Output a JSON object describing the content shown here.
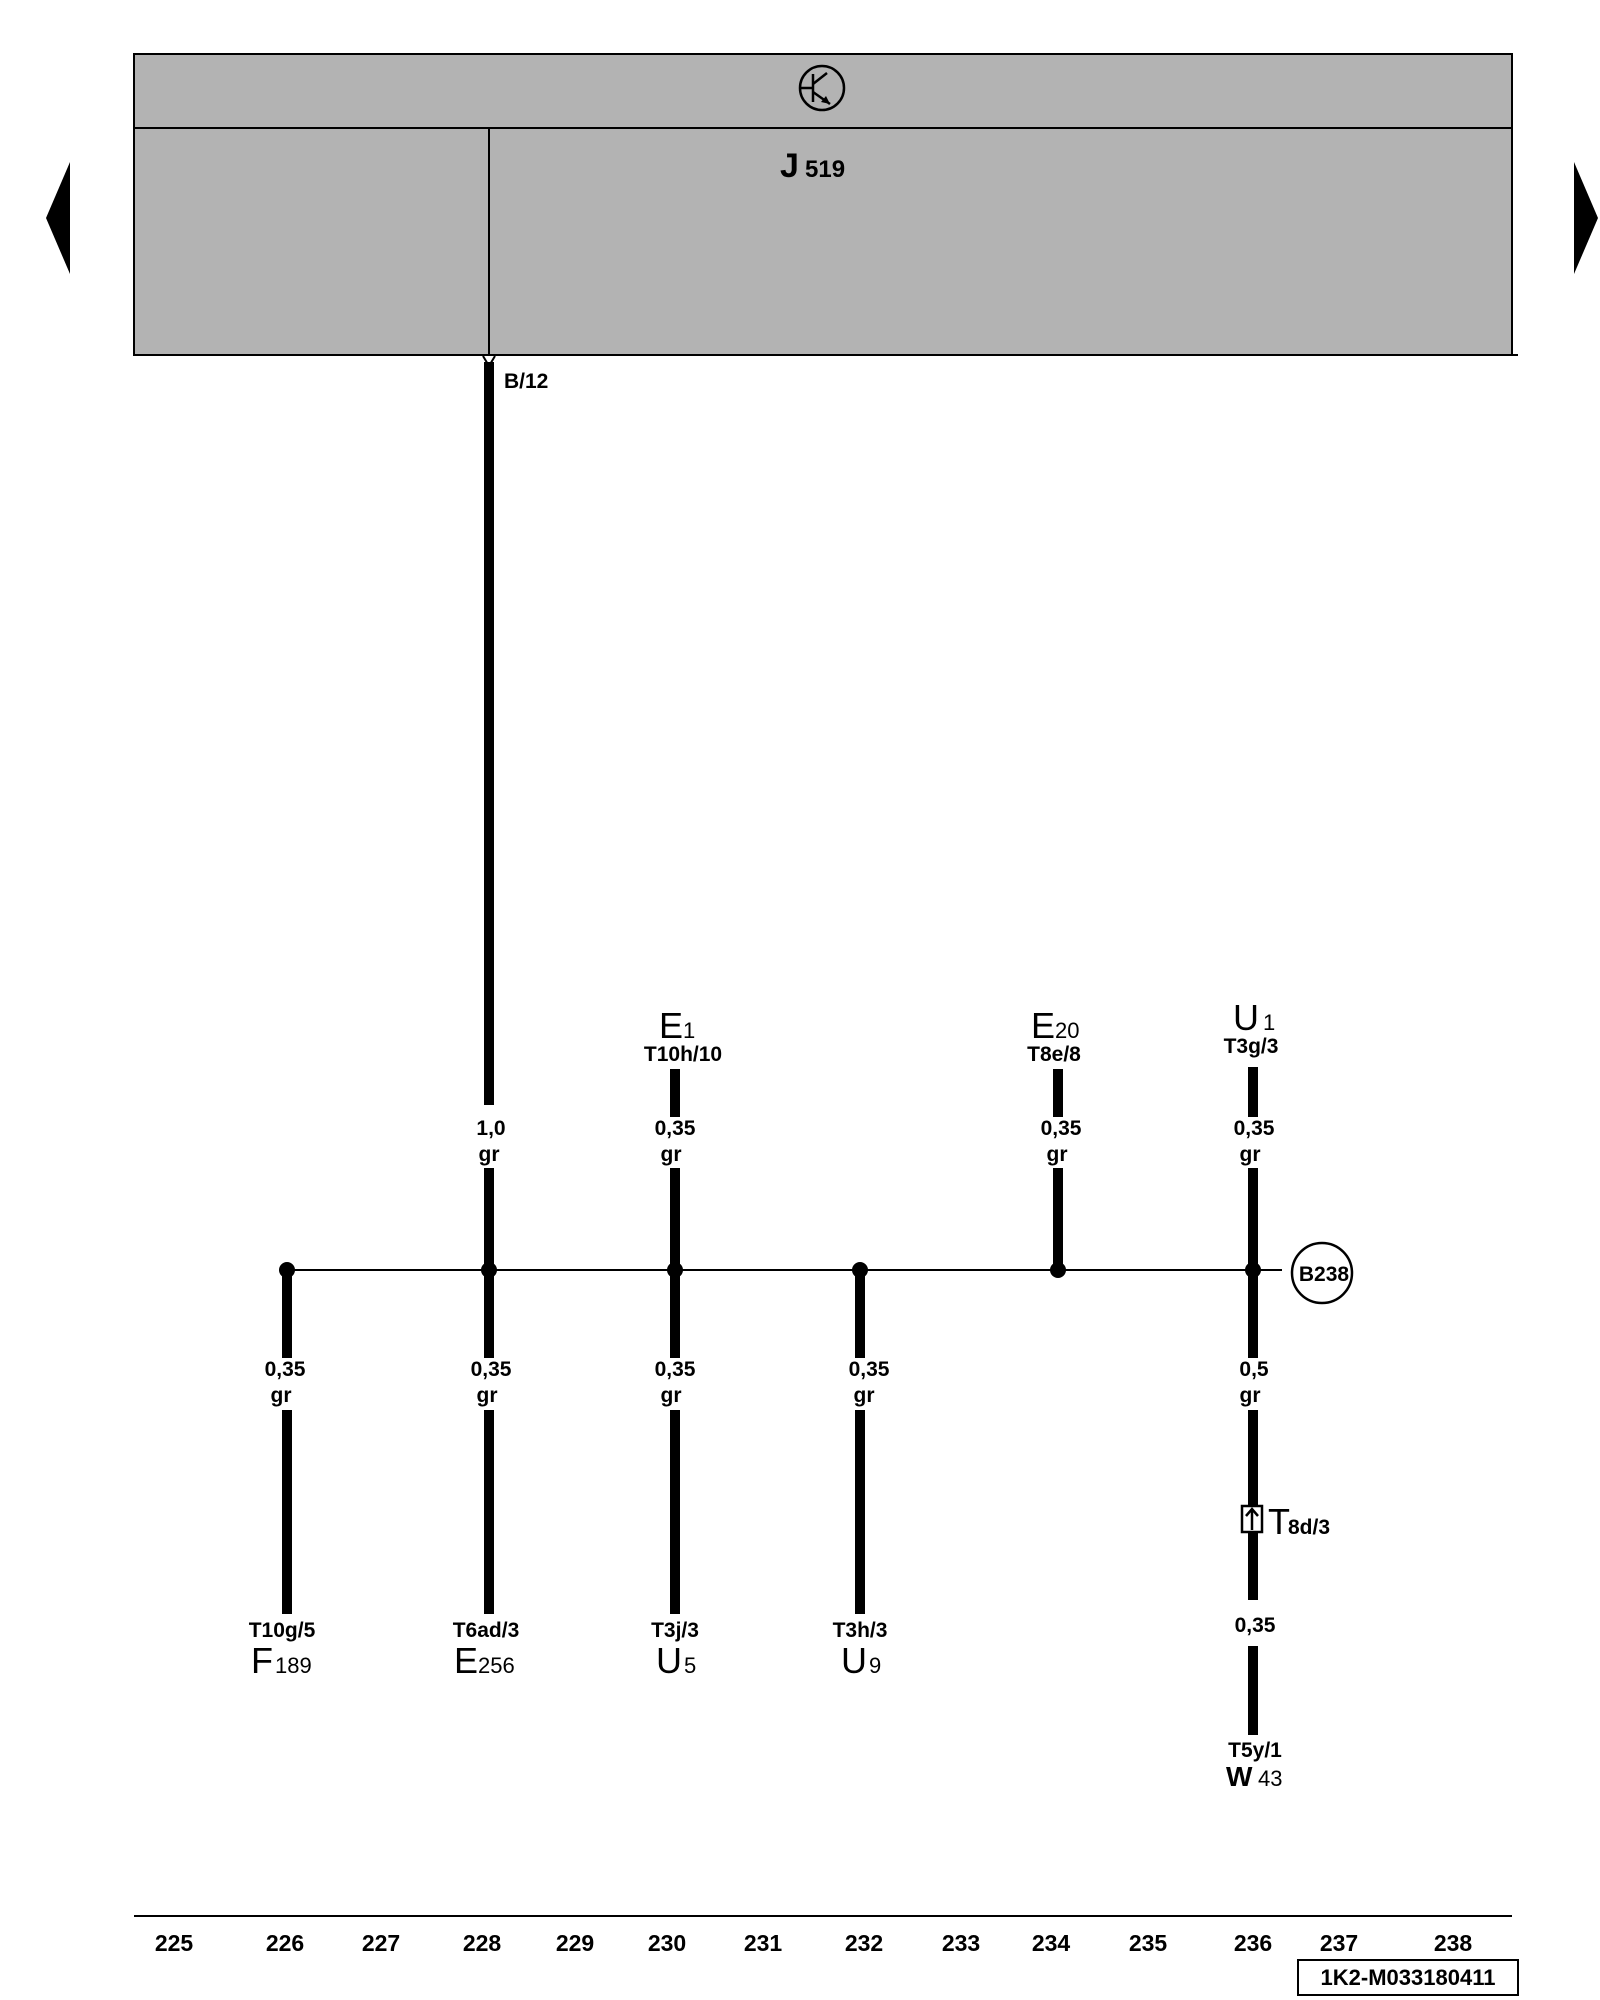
{
  "control_unit": {
    "name": "J",
    "subscript": "519",
    "icon": "transistor-icon"
  },
  "nav": {
    "prev_icon": "triangle-left-icon",
    "next_icon": "triangle-right-icon"
  },
  "ecu_pin": {
    "label": "B/12"
  },
  "bus_connection": {
    "label": "B238"
  },
  "top_components": [
    {
      "id": "e1",
      "name": "E",
      "sub": "1",
      "pin": "T10h/10",
      "wire_size": "0,35",
      "wire_color": "gr"
    },
    {
      "id": "e20",
      "name": "E",
      "sub": "20",
      "pin": "T8e/8",
      "wire_size": "0,35",
      "wire_color": "gr"
    },
    {
      "id": "u1",
      "name": "U",
      "sub": "1",
      "pin": "T3g/3",
      "wire_size": "0,35",
      "wire_color": "gr"
    }
  ],
  "main_feed": {
    "wire_size": "1,0",
    "wire_color": "gr"
  },
  "bottom_components": [
    {
      "id": "f189",
      "name": "F",
      "sub": "189",
      "pin": "T10g/5",
      "wire_size": "0,35",
      "wire_color": "gr"
    },
    {
      "id": "e256",
      "name": "E",
      "sub": "256",
      "pin": "T6ad/3",
      "wire_size": "0,35",
      "wire_color": "gr"
    },
    {
      "id": "u5",
      "name": "U",
      "sub": "5",
      "pin": "T3j/3",
      "wire_size": "0,35",
      "wire_color": "gr"
    },
    {
      "id": "u9",
      "name": "U",
      "sub": "9",
      "pin": "T3h/3",
      "wire_size": "0,35",
      "wire_color": "gr"
    }
  ],
  "w43_branch": {
    "wire_size_upper": "0,5",
    "wire_color_upper": "gr",
    "connector_name": "T",
    "connector_sub": "8d/3",
    "connector_icon": "connector-icon",
    "wire_size_lower": "0,35",
    "pin": "T5y/1",
    "name": "W",
    "sub": "43"
  },
  "grid_numbers": [
    "225",
    "226",
    "227",
    "228",
    "229",
    "230",
    "231",
    "232",
    "233",
    "234",
    "235",
    "236",
    "237",
    "238"
  ],
  "diagram_code": "1K2-M033180411"
}
